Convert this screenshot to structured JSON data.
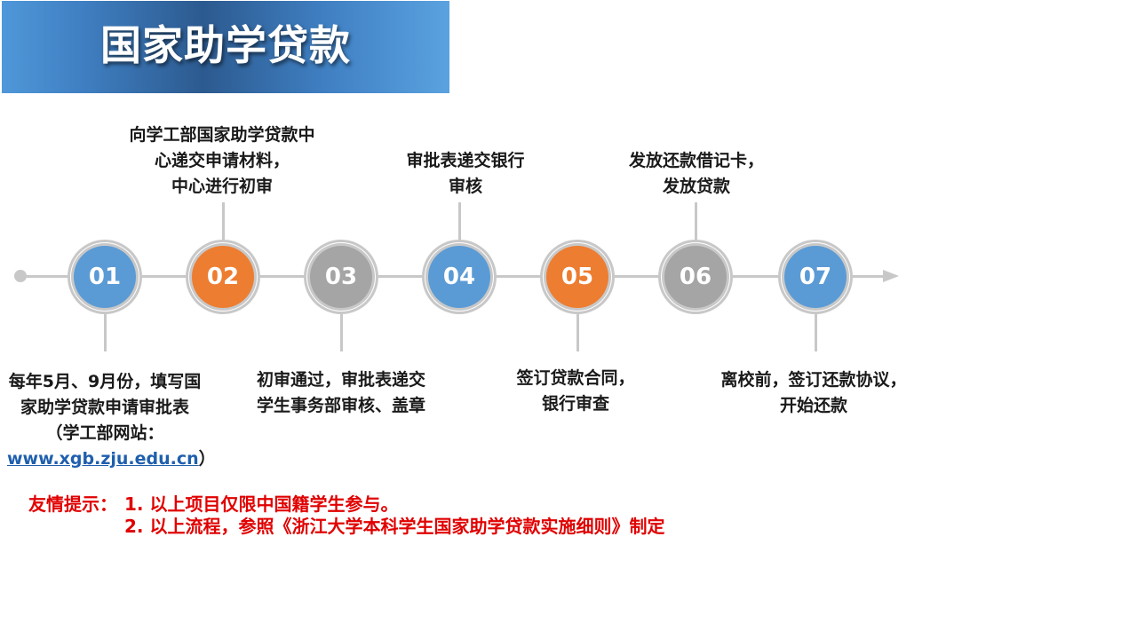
{
  "title": "国家助学贷款",
  "colors": {
    "blue": "#5b9bd5",
    "orange": "#ed7d31",
    "gray": "#a5a5a5",
    "line": "#c8c8c8",
    "notice": "#e00000"
  },
  "steps": [
    {
      "num": "01",
      "color": "#5b9bd5"
    },
    {
      "num": "02",
      "color": "#ed7d31"
    },
    {
      "num": "03",
      "color": "#a5a5a5"
    },
    {
      "num": "04",
      "color": "#5b9bd5"
    },
    {
      "num": "05",
      "color": "#ed7d31"
    },
    {
      "num": "06",
      "color": "#a5a5a5"
    },
    {
      "num": "07",
      "color": "#5b9bd5"
    }
  ],
  "descriptions": {
    "s1": {
      "l1": "每年5月、9月份，填写国",
      "l2": "家助学贷款申请审批表",
      "l3": "（学工部网站：",
      "link": "www.xgb.zju.edu.cn",
      "tail": "）"
    },
    "s2": {
      "l1": "向学工部国家助学贷款中",
      "l2": "心递交申请材料，",
      "l3": "中心进行初审"
    },
    "s3": {
      "l1": "初审通过，审批表递交",
      "l2": "学生事务部审核、盖章"
    },
    "s4": {
      "l1": "审批表递交银行",
      "l2": "审核"
    },
    "s5": {
      "l1": "签订贷款合同，",
      "l2": "银行审查"
    },
    "s6": {
      "l1": "发放还款借记卡，",
      "l2": "发放贷款"
    },
    "s7": {
      "l1": "离校前，签订还款协议，",
      "l2": "开始还款"
    }
  },
  "notice": {
    "label": "友情提示：",
    "line1": "1. 以上项目仅限中国籍学生参与。",
    "line2": "2. 以上流程，参照《浙江大学本科学生国家助学贷款实施细则》制定"
  }
}
